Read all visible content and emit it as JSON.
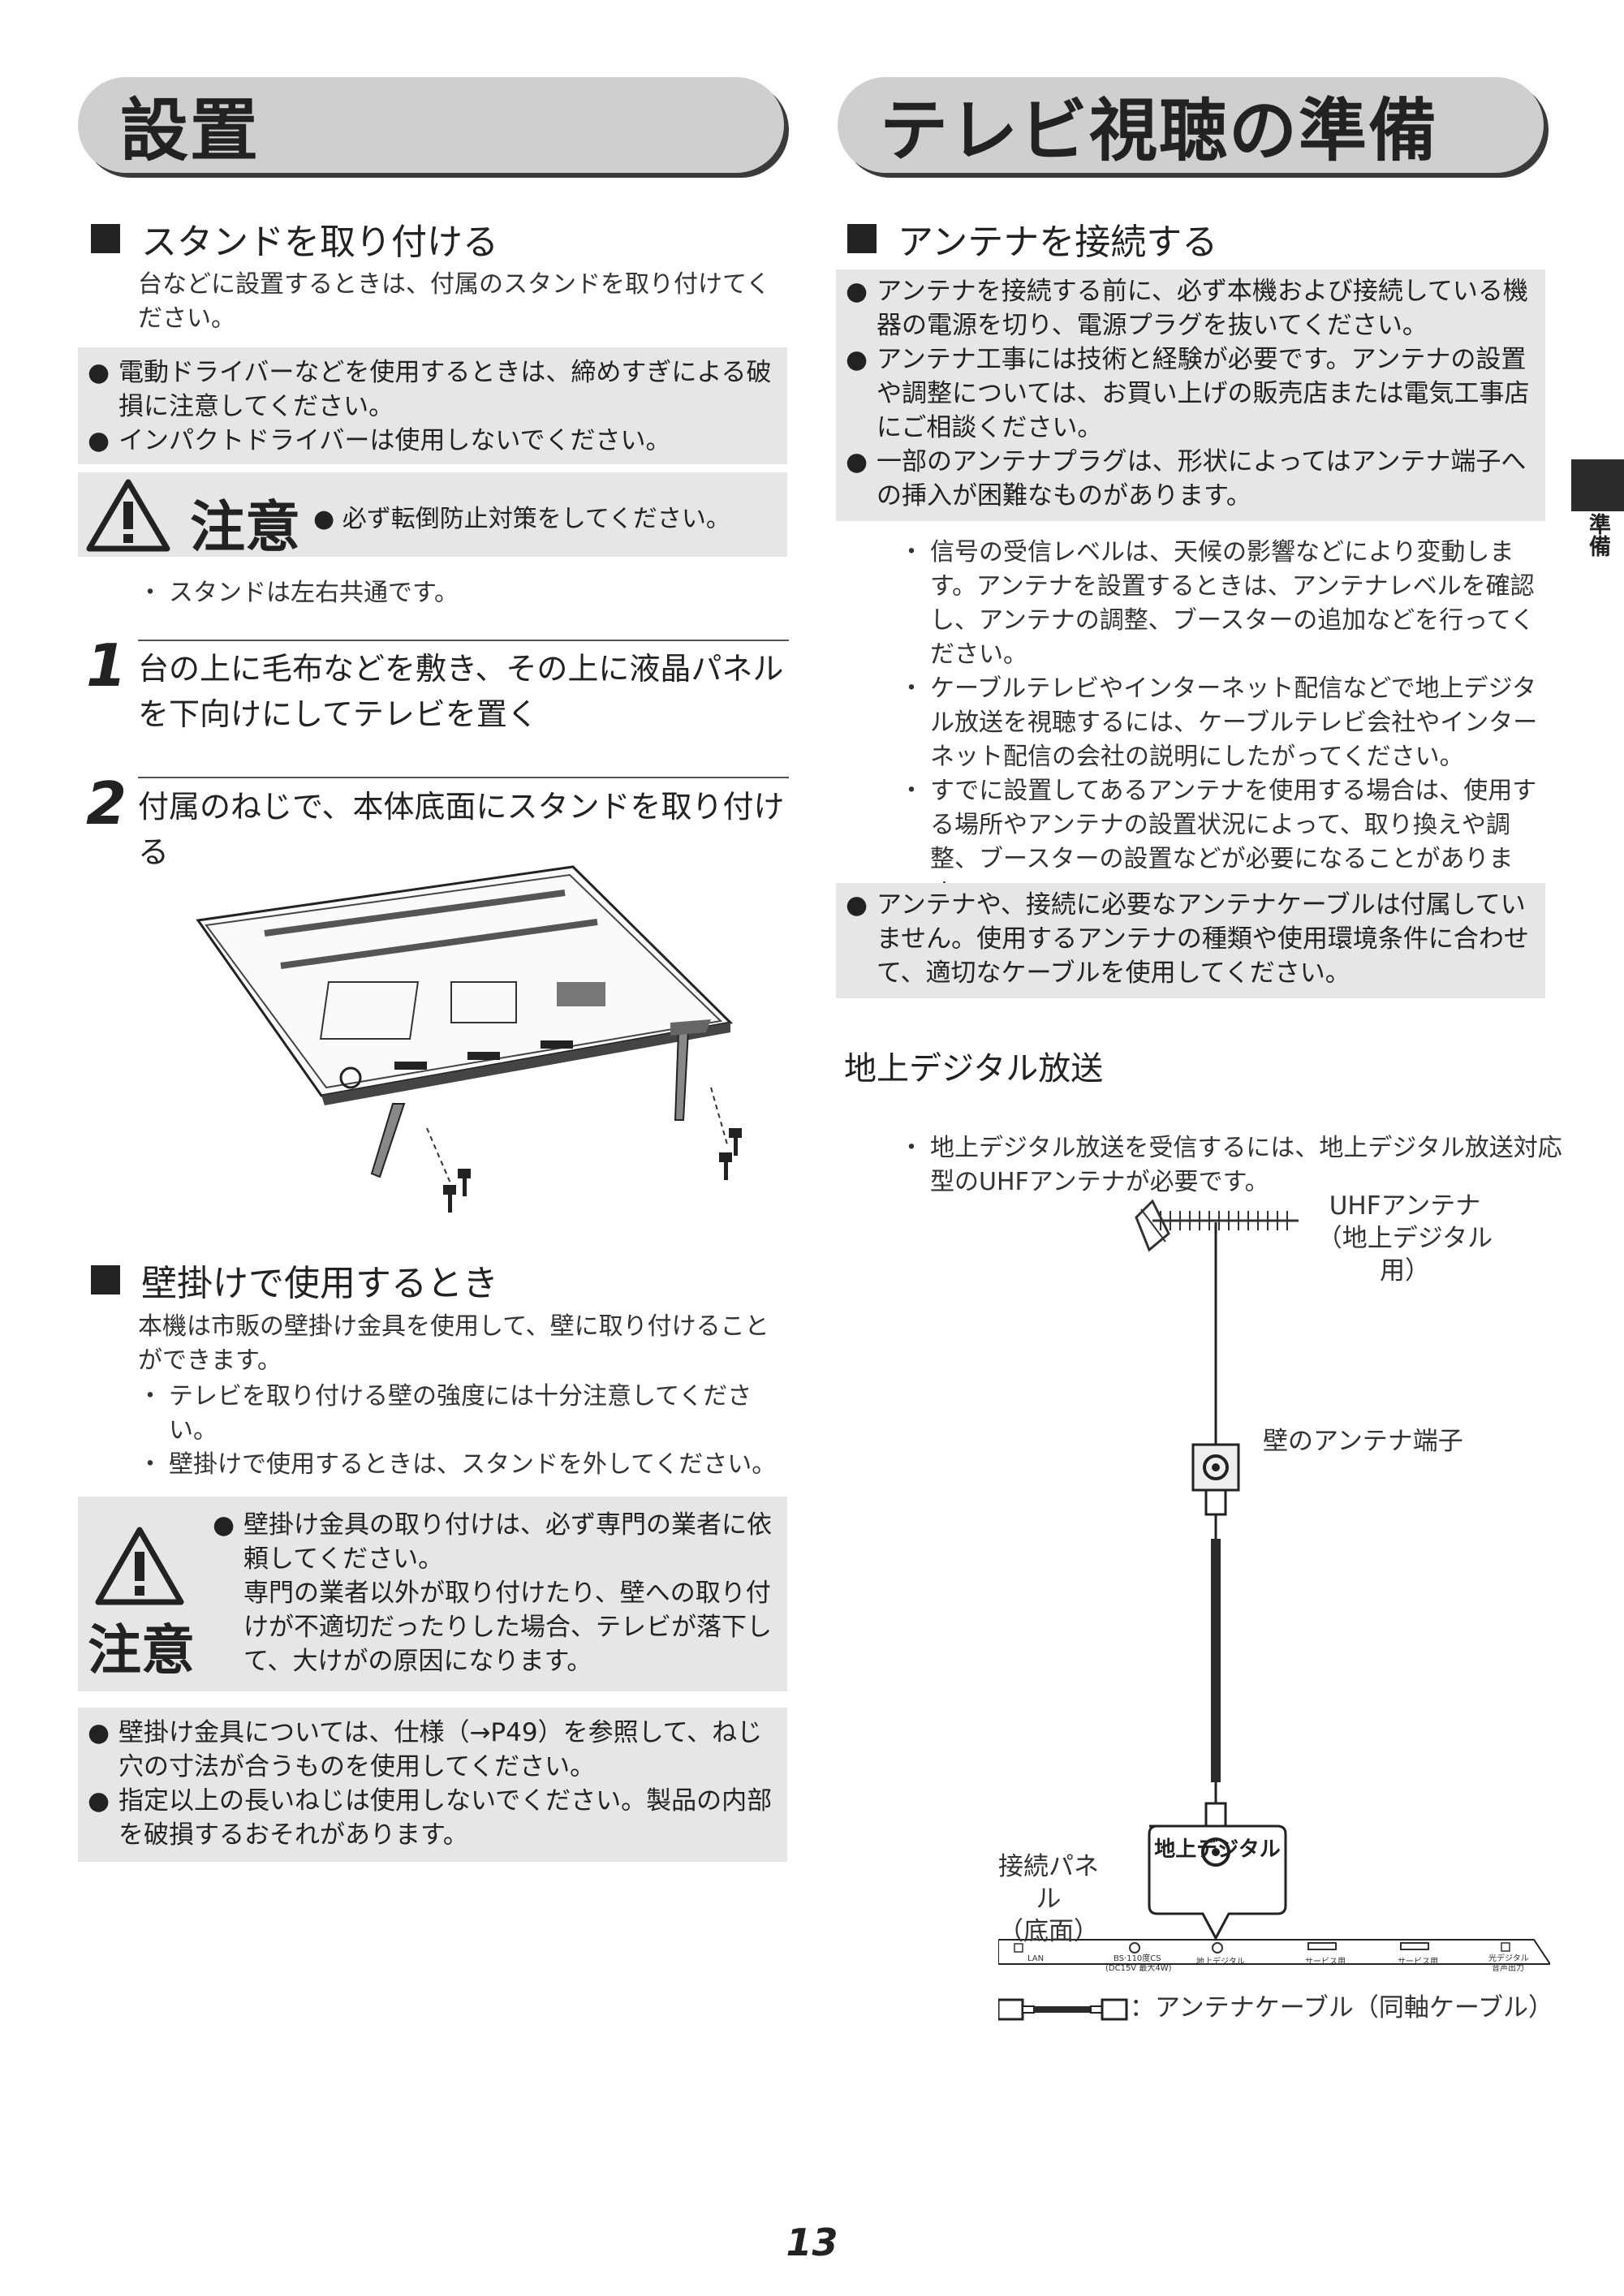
{
  "left": {
    "title": "設置",
    "stand": {
      "heading": "スタンドを取り付ける",
      "intro": "台などに設置するときは、付属のスタンドを取り付けてください。",
      "notes": [
        "電動ドライバーなどを使用するときは、締めすぎによる破損に注意してください。",
        "インパクトドライバーは使用しないでください。"
      ],
      "caution_label": "注意",
      "caution_text": "必ず転倒防止対策をしてください。",
      "sub_note": "スタンドは左右共通です。",
      "steps": [
        {
          "num": "1",
          "text": "台の上に毛布などを敷き、その上に液晶パネルを下向けにしてテレビを置く"
        },
        {
          "num": "2",
          "text": "付属のねじで、本体底面にスタンドを取り付ける"
        }
      ]
    },
    "wall": {
      "heading": "壁掛けで使用するとき",
      "intro": "本機は市販の壁掛け金具を使用して、壁に取り付けることができます。",
      "bullets": [
        "テレビを取り付ける壁の強度には十分注意してください。",
        "壁掛けで使用するときは、スタンドを外してください。"
      ],
      "caution_label": "注意",
      "caution_lines": [
        "壁掛け金具の取り付けは、必ず専門の業者に依頼してください。",
        "専門の業者以外が取り付けたり、壁への取り付けが不適切だったりした場合、テレビが落下して、大けがの原因になります。"
      ],
      "notes": [
        "壁掛け金具については、仕様（→P49）を参照して、ねじ穴の寸法が合うものを使用してください。",
        "指定以上の長いねじは使用しないでください。製品の内部を破損するおそれがあります。"
      ]
    }
  },
  "right": {
    "title": "テレビ視聴の準備",
    "antenna": {
      "heading": "アンテナを接続する",
      "notes_top": [
        "アンテナを接続する前に、必ず本機および接続している機器の電源を切り、電源プラグを抜いてください。",
        "アンテナ工事には技術と経験が必要です。アンテナの設置や調整については、お買い上げの販売店または電気工事店にご相談ください。",
        "一部のアンテナプラグは、形状によってはアンテナ端子への挿入が困難なものがあります。"
      ],
      "bullets": [
        "信号の受信レベルは、天候の影響などにより変動します。アンテナを設置するときは、アンテナレベルを確認し、アンテナの調整、ブースターの追加などを行ってください。",
        "ケーブルテレビやインターネット配信などで地上デジタル放送を視聴するには、ケーブルテレビ会社やインターネット配信の会社の説明にしたがってください。",
        "すでに設置してあるアンテナを使用する場合は、使用する場所やアンテナの設置状況によって、取り換えや調整、ブースターの設置などが必要になることがあります。"
      ],
      "notes_bottom": [
        "アンテナや、接続に必要なアンテナケーブルは付属していません。使用するアンテナの種類や使用環境条件に合わせて、適切なケーブルを使用してください。"
      ]
    },
    "terrestrial": {
      "heading": "地上デジタル放送",
      "bullet": "地上デジタル放送を受信するには、地上デジタル放送対応型のUHFアンテナが必要です。",
      "diagram": {
        "antenna_label_1": "UHFアンテナ",
        "antenna_label_2": "（地上デジタル用）",
        "wall_jack_label": "壁のアンテナ端子",
        "input_label": "地上デジタル",
        "panel_label_1": "接続パネル",
        "panel_label_2": "（底面）",
        "panel_ports": [
          "LAN",
          "BS·110度CS",
          "(DC15V 最大4W)",
          "地上デジタル",
          "サービス用",
          "サービス用",
          "光デジタル",
          "音声出力"
        ],
        "cable_legend": "：アンテナケーブル（同軸ケーブル）"
      }
    }
  },
  "side_label": "準備",
  "page_number": "13"
}
